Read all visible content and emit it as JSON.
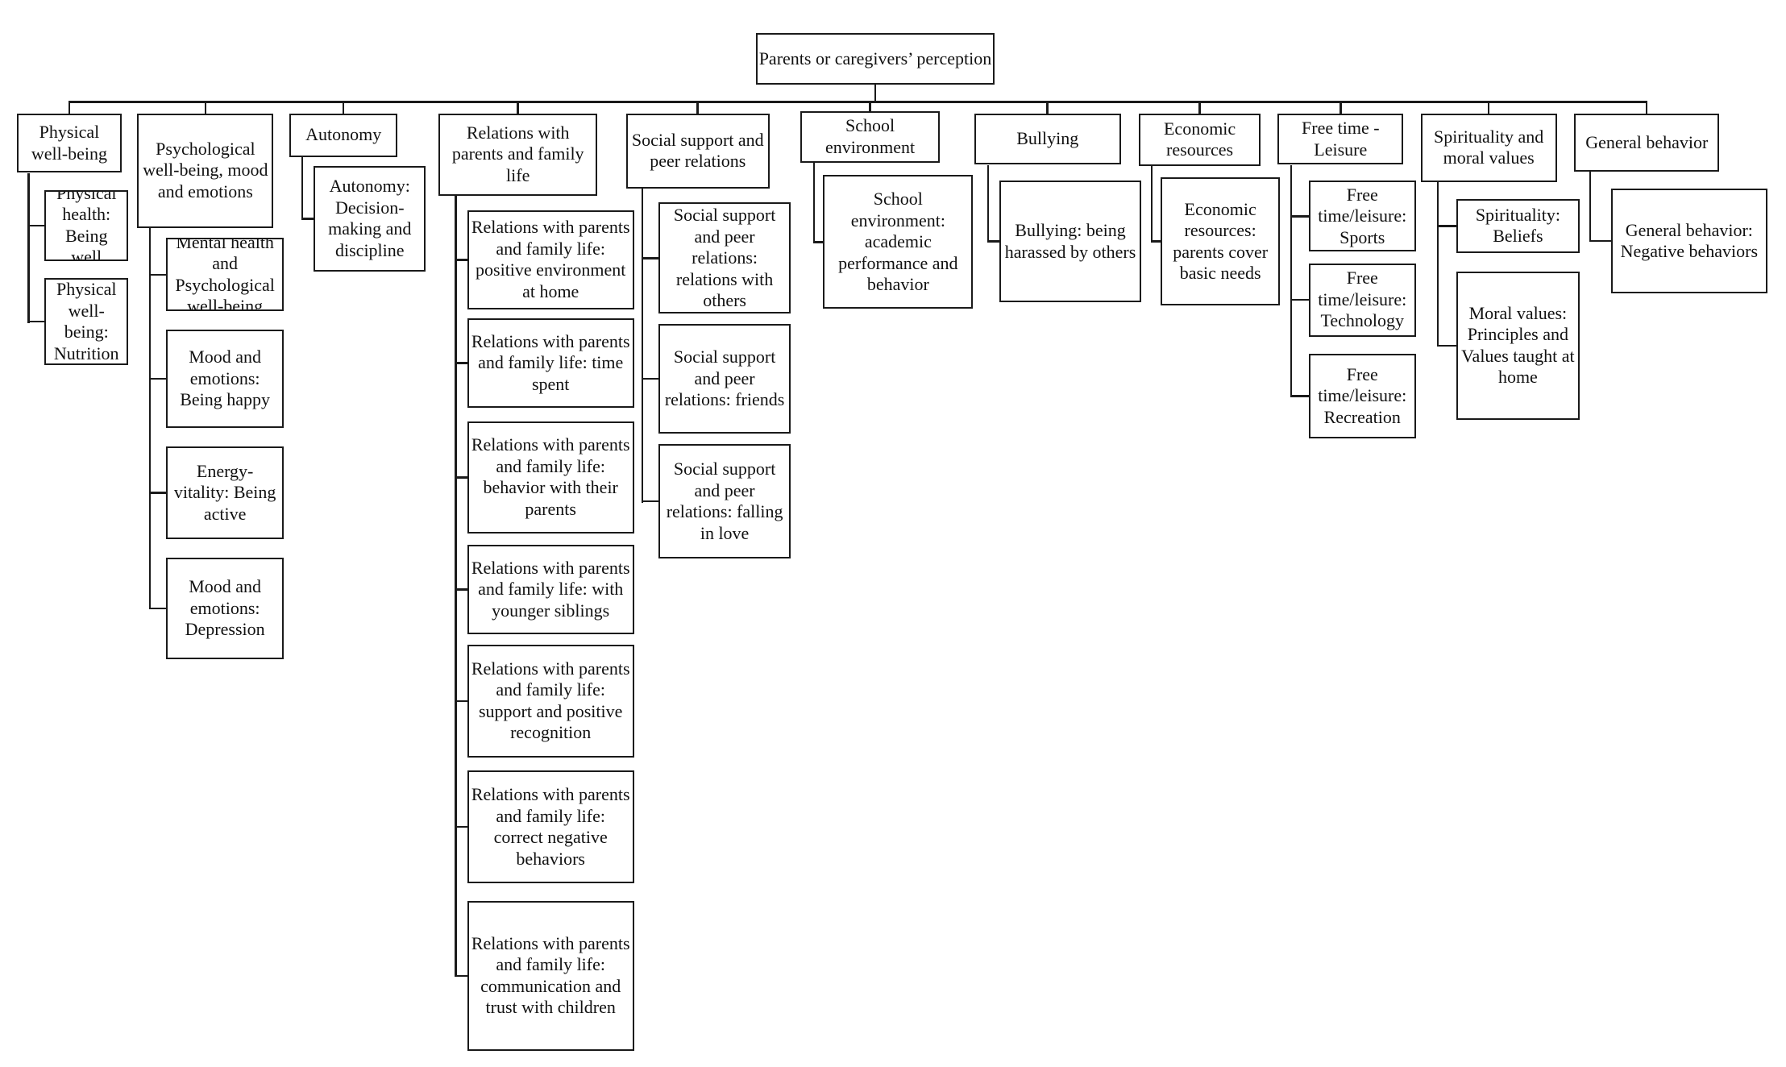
{
  "root": "Parents or caregivers’ perception",
  "categories": [
    {
      "label": "Physical well-being",
      "children": [
        "Physical health: Being well",
        "Physical well-being: Nutrition"
      ]
    },
    {
      "label": "Psychological well-being, mood and emotions",
      "children": [
        "Mental health and Psychological well-being",
        "Mood and emotions: Being happy",
        "Energy-vitality: Being active",
        "Mood and emotions: Depression"
      ]
    },
    {
      "label": "Autonomy",
      "children": [
        "Autonomy: Decision-making and discipline"
      ]
    },
    {
      "label": "Relations with parents and family life",
      "children": [
        "Relations with parents and family life: positive environment at home",
        "Relations with parents and family life: time spent",
        "Relations with parents and family life: behavior with their parents",
        "Relations with parents and family life: with younger siblings",
        "Relations with parents and family life: support and positive recognition",
        "Relations with parents and family life: correct negative behaviors",
        "Relations with parents and family life: communication and trust with children"
      ]
    },
    {
      "label": "Social support and peer relations",
      "children": [
        "Social support and peer relations: relations with others",
        "Social support and peer relations: friends",
        "Social support and peer relations: falling in love"
      ]
    },
    {
      "label": "School environment",
      "children": [
        "School environment: academic performance and behavior"
      ]
    },
    {
      "label": "Bullying",
      "children": [
        "Bullying: being harassed by others"
      ]
    },
    {
      "label": "Economic resources",
      "children": [
        "Economic resources: parents cover basic needs"
      ]
    },
    {
      "label": "Free time - Leisure",
      "children": [
        "Free time/leisure: Sports",
        "Free time/leisure: Technology",
        "Free time/leisure: Recreation"
      ]
    },
    {
      "label": "Spirituality and moral values",
      "children": [
        "Spirituality: Beliefs",
        "Moral values: Principles and Values taught at home"
      ]
    },
    {
      "label": "General behavior",
      "children": [
        "General behavior: Negative behaviors"
      ]
    }
  ]
}
